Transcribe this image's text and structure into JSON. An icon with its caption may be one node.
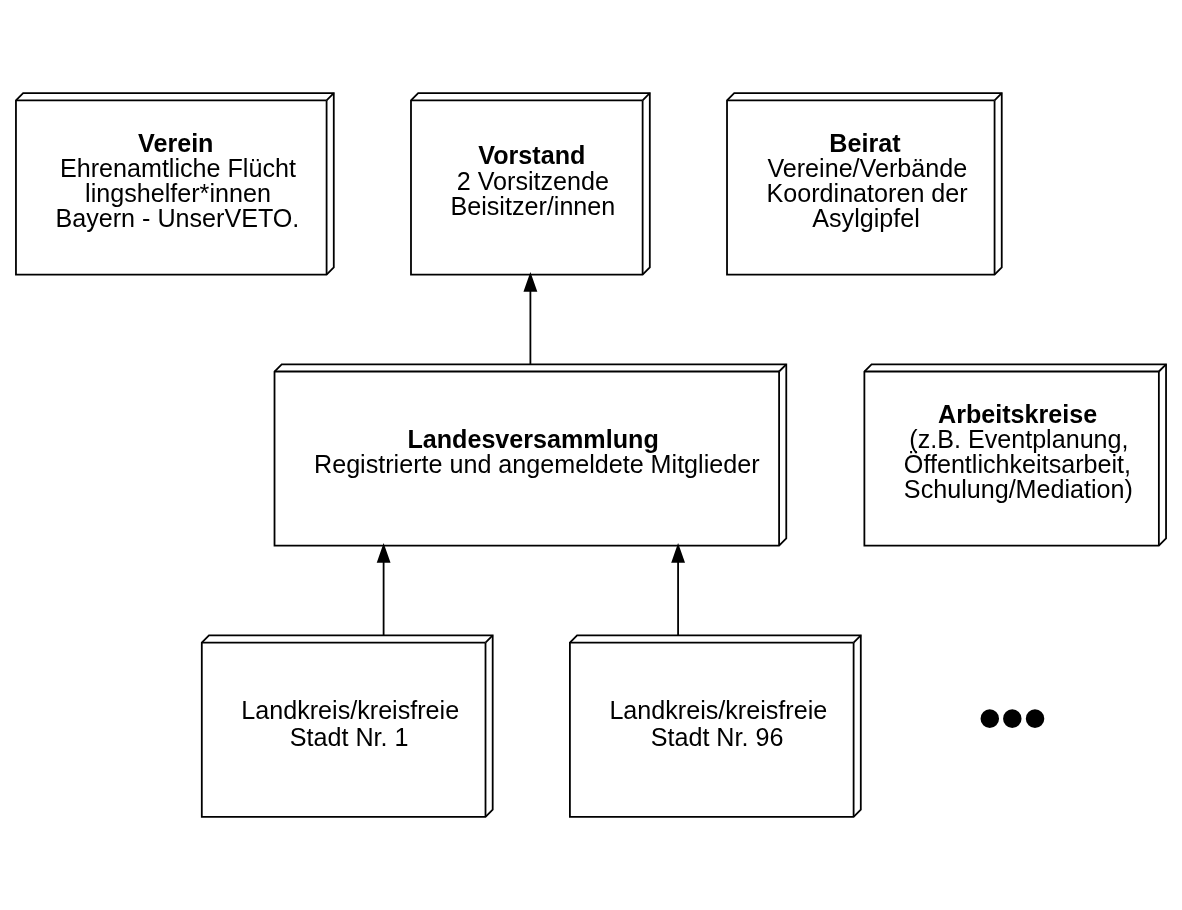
{
  "diagram": {
    "nodes": [
      {
        "text": [
          "Verein",
          "Ehrenamtliche Flüchtlingshelfer*innen Bayern - UnserVETO."
        ]
      },
      {
        "text": [
          "Vorstand",
          "2 Vorsitzende Beisitzer/innen"
        ]
      },
      {
        "text": [
          "Beirat",
          "Vereine/Verbände Koordinatoren der Asylgipfel"
        ]
      },
      {
        "text": [
          "Landesversammlung",
          "Registrierte und angemeldete Mitglieder"
        ]
      },
      {
        "text": [
          "Arbeitskreise",
          "(z.B. Eventplanung, Öffentlichkeitsarbeit, Schulung/Mediation)"
        ]
      },
      {
        "text": [
          "Landkreis/kreisfreie Stadt Nr. 1"
        ]
      },
      {
        "text": [
          "Landkreis/kreisfreie Stadt Nr. 96"
        ]
      }
    ],
    "edges": [
      {
        "from": 3,
        "to": 1,
        "arrow": "to"
      },
      {
        "from": 5,
        "to": 3,
        "arrow": "to"
      },
      {
        "from": 6,
        "to": 3,
        "arrow": "to"
      }
    ],
    "labels": [
      "•••"
    ]
  }
}
